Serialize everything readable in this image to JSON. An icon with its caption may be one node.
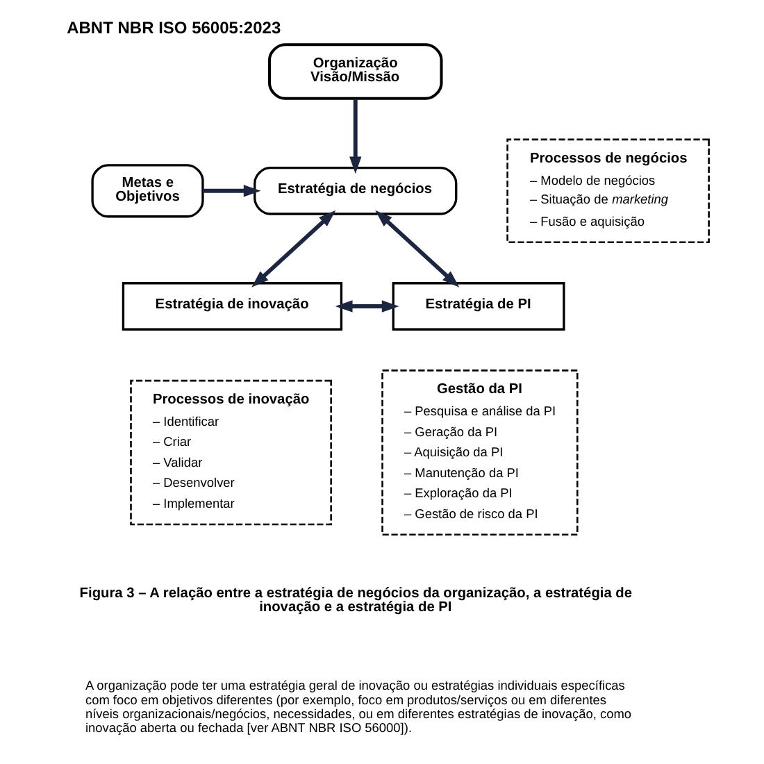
{
  "diagram": {
    "title": "ABNT NBR ISO 56005:2023",
    "caption": "Figura 3 – A relação entre a estratégia de negócios da organização, a estratégia de inovação e a estratégia de PI",
    "nodes": [
      {
        "text": [
          "Organização",
          "Visão/Missão"
        ]
      },
      {
        "text": [
          "Metas e Objetivos"
        ]
      },
      {
        "text": [
          "Estratégia de negócios"
        ]
      },
      {
        "text": [
          "Processos de negócios",
          "– Modelo de negócios",
          "– Situação de *marketing*",
          "– Fusão e aquisição"
        ]
      },
      {
        "text": [
          "Estratégia de inovação"
        ]
      },
      {
        "text": [
          "Estratégia de PI"
        ]
      },
      {
        "text": [
          "Processos de inovação",
          "– Identificar",
          "– Criar",
          "– Validar",
          "– Desenvolver",
          "– Implementar"
        ]
      },
      {
        "text": [
          "Gestão da PI",
          "– Pesquisa e análise da PI",
          "– Geração da PI",
          "– Aquisição da PI",
          "– Manutenção da PI",
          "– Exploração da PI",
          "– Gestão de risco da PI"
        ]
      }
    ],
    "edges": [
      {
        "from": 0,
        "to": 2,
        "arrow": "to"
      },
      {
        "from": 1,
        "to": 2,
        "arrow": "to"
      },
      {
        "from": 2,
        "to": 4,
        "arrow": "both"
      },
      {
        "from": 2,
        "to": 5,
        "arrow": "both"
      },
      {
        "from": 4,
        "to": 5,
        "arrow": "both"
      }
    ],
    "labels": [
      "A organização pode ter uma estratégia geral de inovação ou estratégias individuais específicas com foco em objetivos diferentes (por exemplo, foco em produtos/serviços ou em diferentes níveis organizacionais/negócios, necessidades, ou em diferentes estratégias de inovação, como inovação aberta ou fechada [ver ABNT NBR ISO 56000])."
    ]
  }
}
